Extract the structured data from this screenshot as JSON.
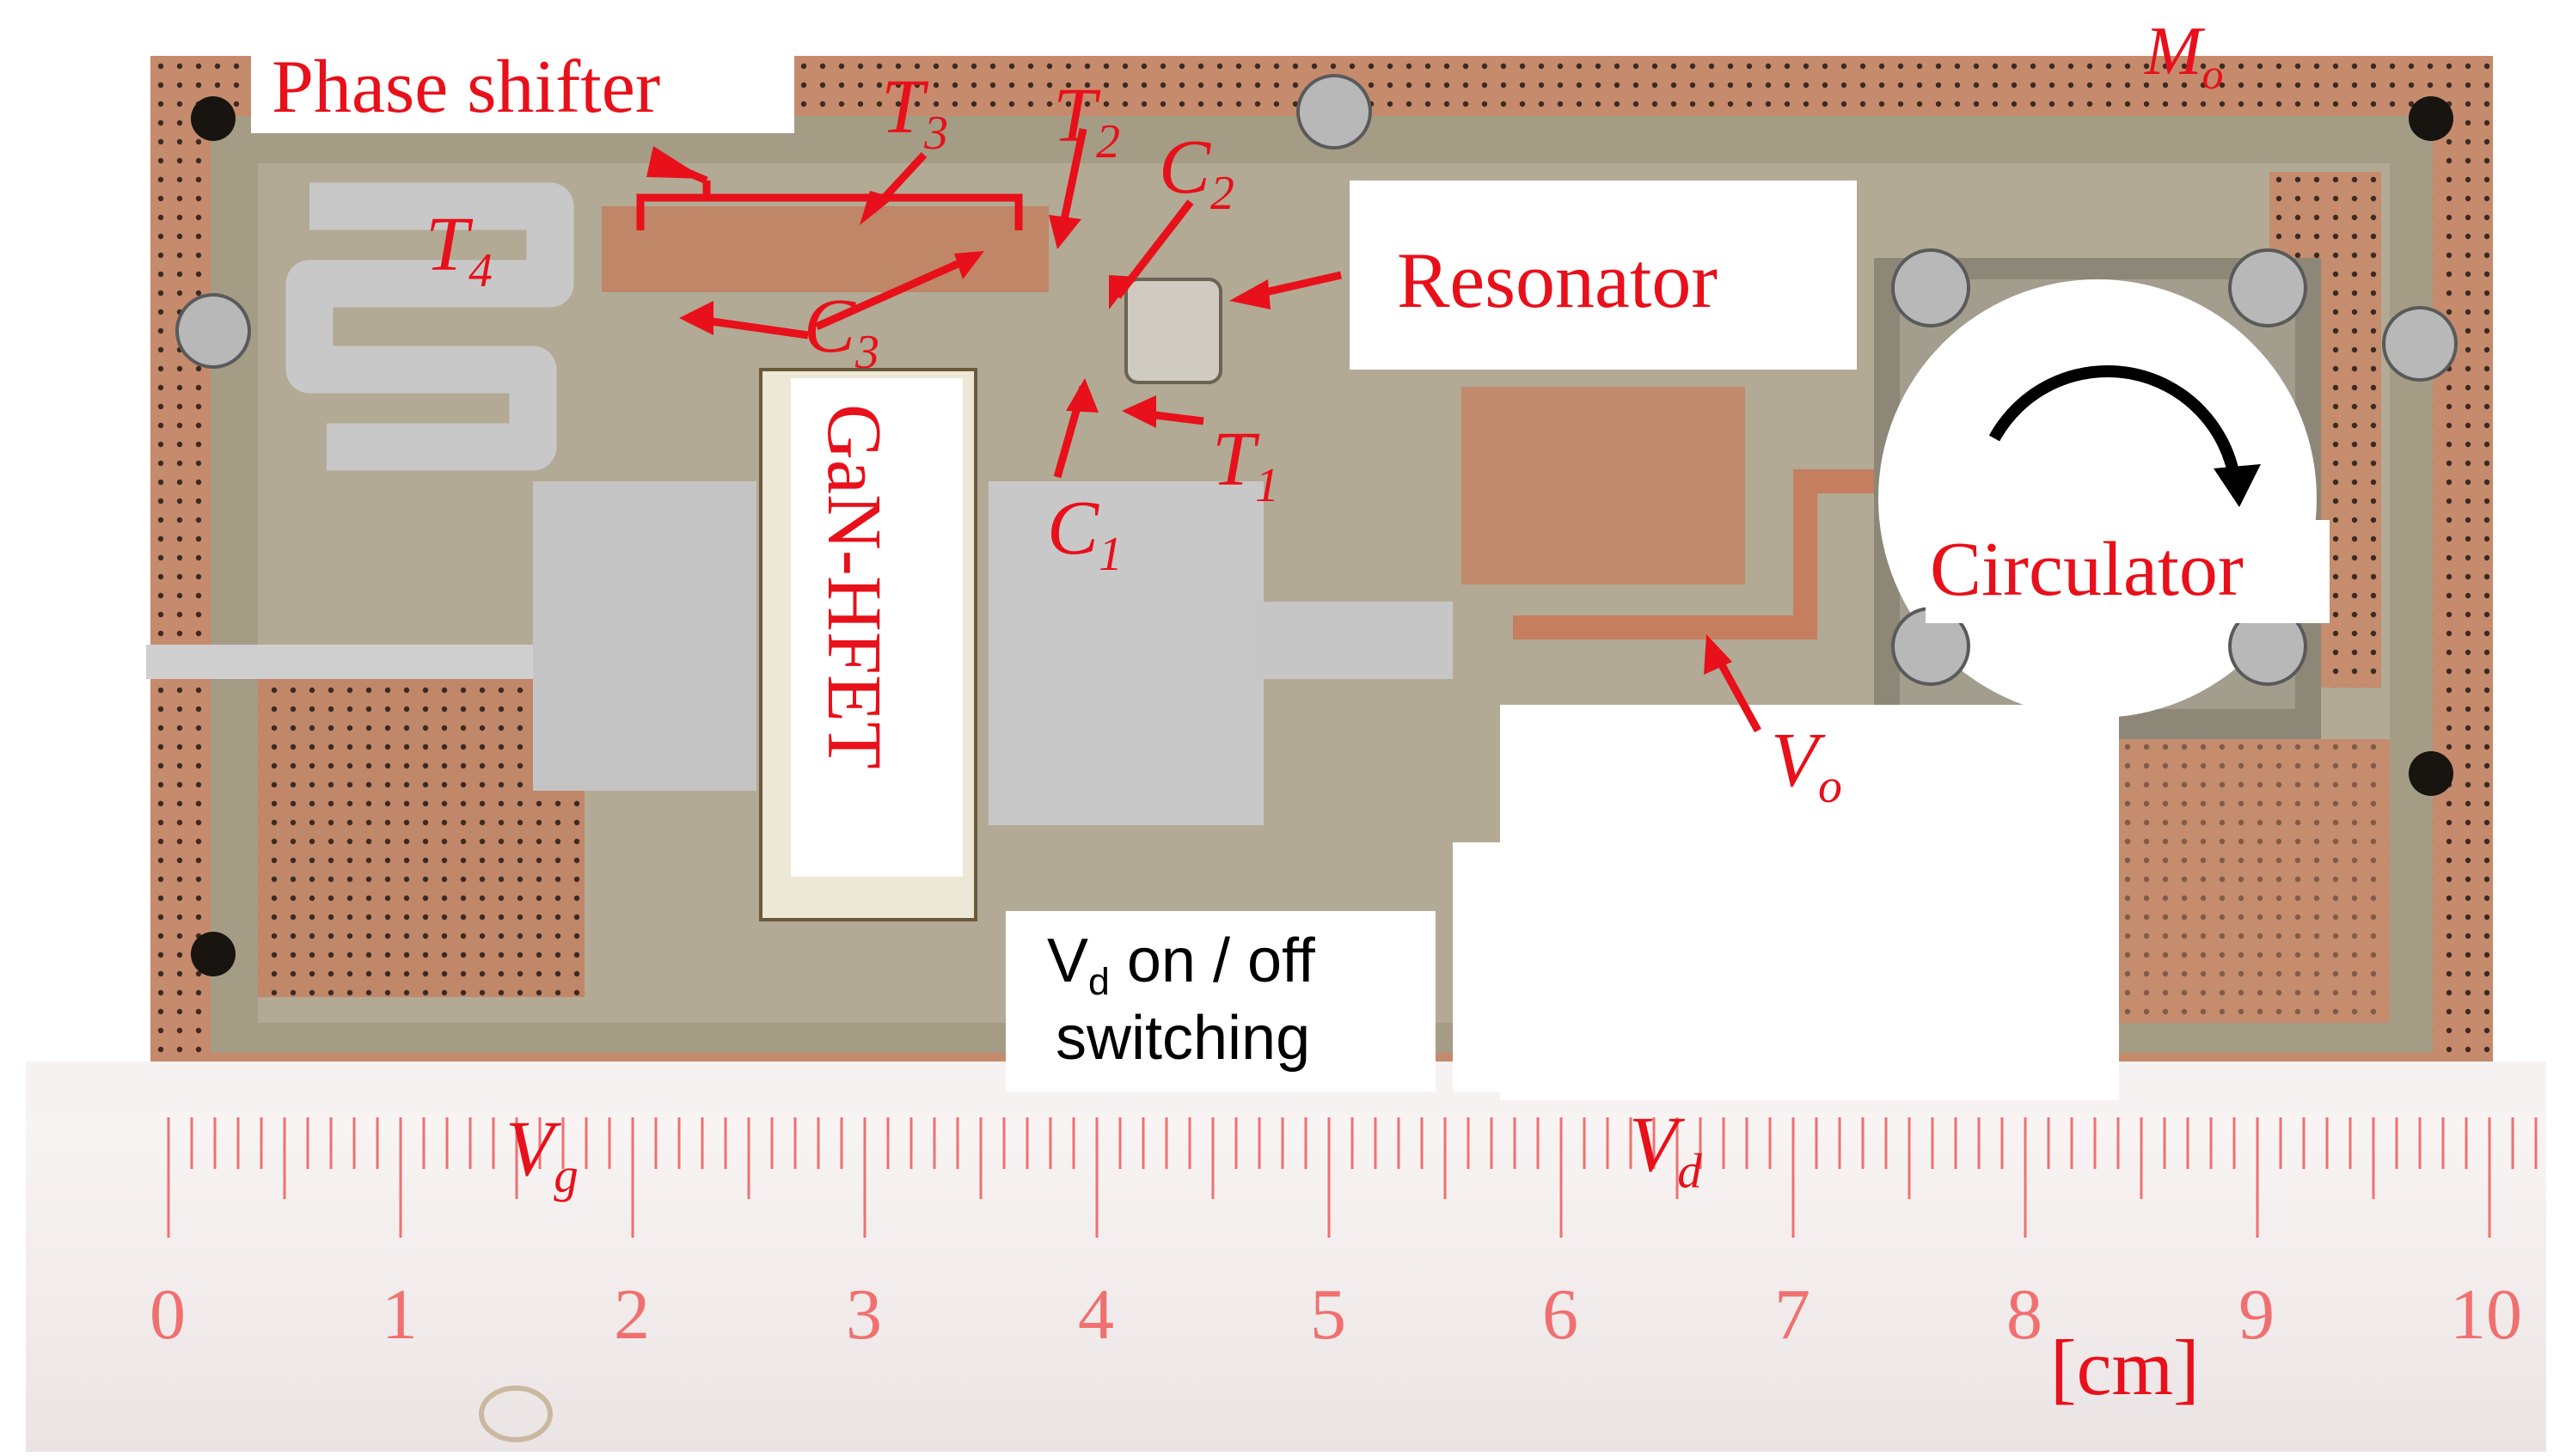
{
  "labels": {
    "phase_shifter": "Phase shifter",
    "t3": "T",
    "t3_sub": "3",
    "t2": "T",
    "t2_sub": "2",
    "c2": "C",
    "c2_sub": "2",
    "t4": "T",
    "t4_sub": "4",
    "c3": "C",
    "c3_sub": "3",
    "resonator": "Resonator",
    "gan_hfet": "GaN-HFET",
    "t1": "T",
    "t1_sub": "1",
    "c1": "C",
    "c1_sub": "1",
    "circulator": "Circulator",
    "mo": "M",
    "mo_sub": "o",
    "vo": "V",
    "vo_sub": "o",
    "vg": "V",
    "vg_sub": "g",
    "vd": "V",
    "vd_sub": "d",
    "switch_v": "V",
    "switch_v_sub": "d",
    "switch_line1_rest": " on / off",
    "switch_line2": "switching",
    "unit": "[cm]"
  },
  "ruler_ticks": [
    "0",
    "1",
    "2",
    "3",
    "4",
    "5",
    "6",
    "7",
    "8",
    "9",
    "10"
  ],
  "colors": {
    "annotation": "#e8101a",
    "board": "#a9a08a",
    "copper": "#c2856a",
    "solder": "#c9c9c9",
    "ruler": "#f3eeee",
    "ruler_marks": "#f07070"
  }
}
